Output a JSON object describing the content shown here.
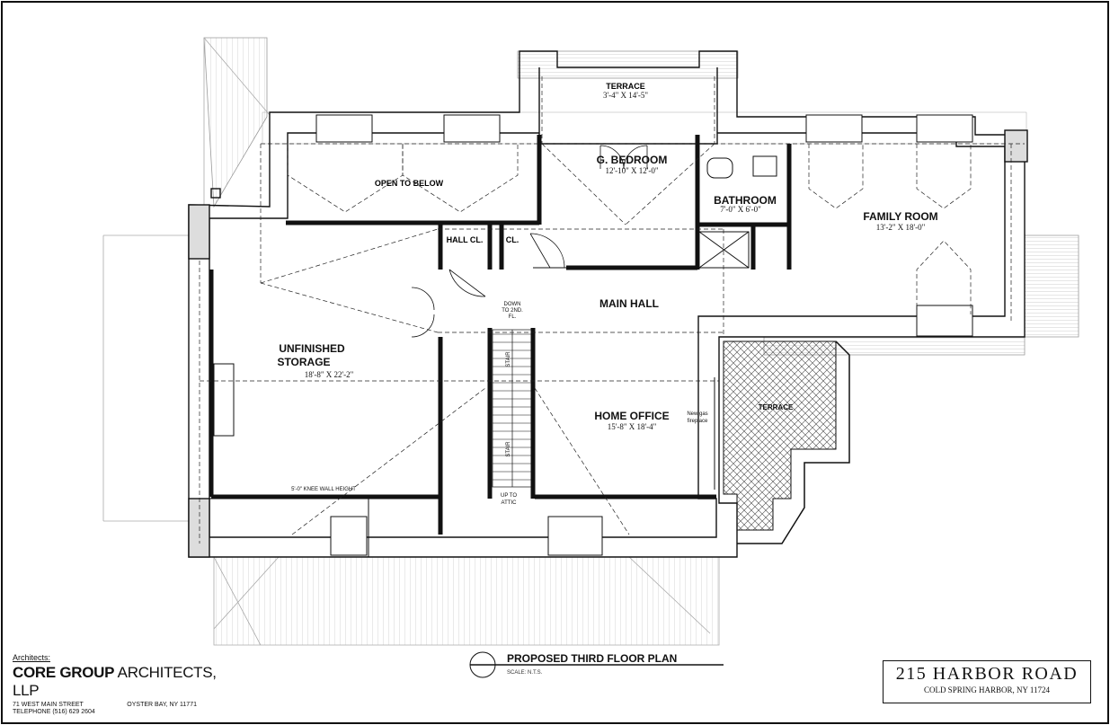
{
  "rooms": {
    "terrace_top": {
      "label": "TERRACE",
      "dims": "3'-4\" X 14'-5\""
    },
    "g_bedroom": {
      "label": "G. BEDROOM",
      "dims": "12'-10\" X 12'-0\""
    },
    "open_to_below": {
      "label": "OPEN TO BELOW"
    },
    "bathroom": {
      "label": "BATHROOM",
      "dims": "7'-0\" X 6'-0\""
    },
    "family_room": {
      "label": "FAMILY ROOM",
      "dims": "13'-2\" X 18'-0\""
    },
    "hall_closet": {
      "label": "HALL CL."
    },
    "closet": {
      "label": "CL."
    },
    "main_hall": {
      "label": "MAIN HALL"
    },
    "unfinished_storage": {
      "label_line1": "UNFINISHED",
      "label_line2": "STORAGE",
      "dims": "18'-8\" X 22'-2\""
    },
    "home_office": {
      "label": "HOME OFFICE",
      "dims": "15'-8\" X 18'-4\""
    },
    "terrace_right": {
      "label": "TERRACE"
    }
  },
  "notes": {
    "down_line1": "DOWN",
    "down_line2": "TO 2ND.",
    "down_line3": "FL.",
    "up_line1": "UP TO",
    "up_line2": "ATTIC",
    "knee_wall": "5'-0\" KNEE WALL HEIGHT",
    "fireplace_line1": "New gas",
    "fireplace_line2": "fireplace",
    "stair_label": "STAIR"
  },
  "title_block": {
    "architects_label": "Architects:",
    "firm_bold": "CORE GROUP",
    "firm_rest": " ARCHITECTS, LLP",
    "street": "71 WEST MAIN STREET",
    "city": "OYSTER BAY, NY 11771",
    "telephone": "TELEPHONE (516) 629 2604",
    "plan_title": "PROPOSED THIRD FLOOR PLAN",
    "scale": "SCALE: N.T.S.",
    "address": "215 HARBOR ROAD",
    "city_state": "COLD SPRING HARBOR,  NY 11724"
  }
}
